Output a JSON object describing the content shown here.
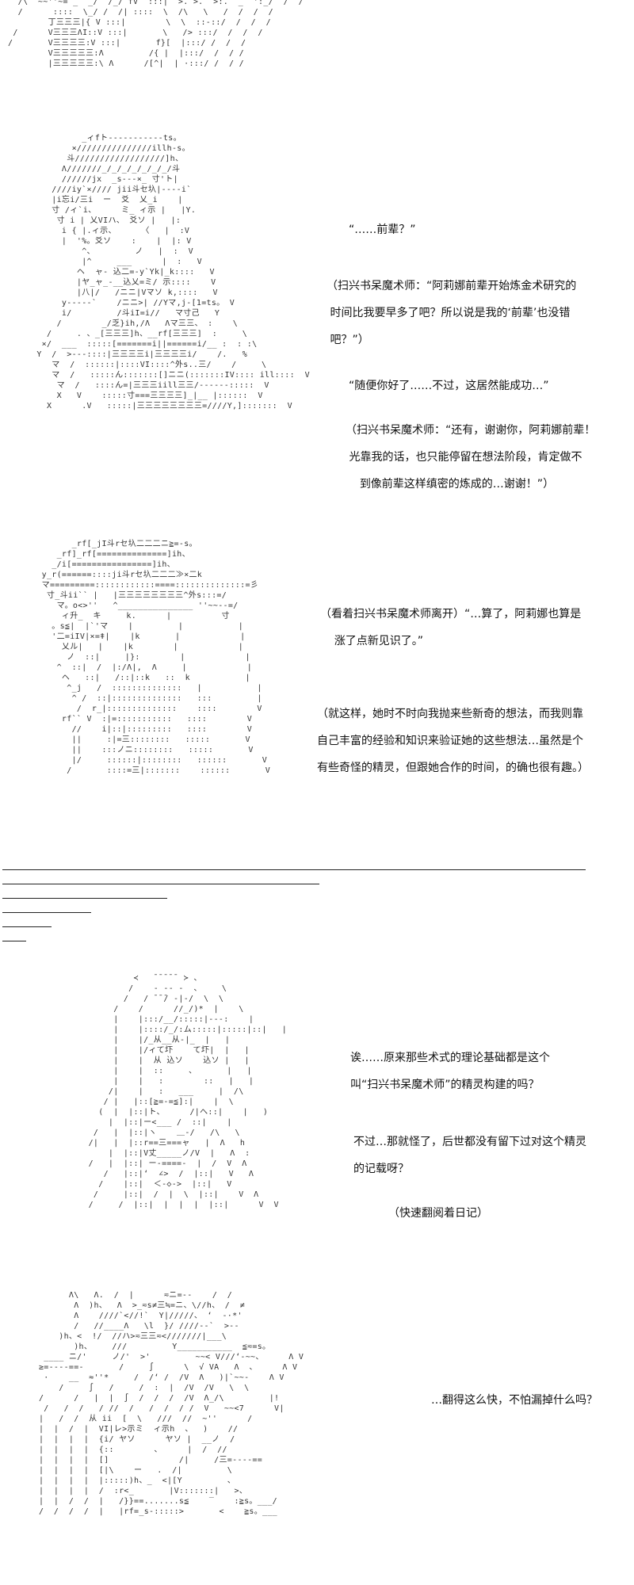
{
  "art": {
    "panel_1": "  /\\  ~~''~= _  _/  /_/ fV  :::|  >. >.  >:.  _  ':_/  /  /\n  /      ::::  \\_/ /  /| ::::  \\  /\\   \\   /  /  /  /\n        丁三三三|{ V :::|        \\  \\  ::-::/  /  /  /\n /      V三三三ΛI::V :::|       \\   /> :::/  /  /  /\n/       V三三三三:V :::|       f}[  |:::/ /  /  /\n        V三三三三三:Λ         /{ |  |:::/  /  / /\n        |三三三三三:\\ Λ      /[^|  | ·:::/ /  / /",
    "panel_2": "          _ィfト-----------ts。\n        ×///////////////illh-s。\n       斗//////////////////]h、\n      Λ///////_/_/_/_/_/_/_/斗\n      //////jx  _s---×_ 寸'ト|\n    ////iy`×//// jii斗セ圦|----i`\n    |i忘i/三i  ー  爻  乂_i    |\n    寸 /ィ`i、     ミ_ ィ示 |   |Y.\n     寸 i | 乂VΙハ、 爻ソ |   |:\n      i { |.ィ示、     〈   |  :V\n      |  '%。爻ソ    :    |  |: V\n          ^、        ノ   |  :  V\n          |^     ___      |  :   V\n         ヘ  ャ- 込二=-y`Yk|_k::::   V\n         |ヤ_ャ_-__込乂=ミ/ 示::::    V\n         |八|/   /ニニ|Vマソ k,::::   V\n      y----‐`    /ニニ>| //Yマ,j-[1=ts。 V\n      i/         /斗iI=i//   マ寸己   Y\n     /        _/乏}ih,/Λ   Λマ三三、 :    \\\n   /     . 、_[三三三]h、__rf[三三三]  :     \\\n  ×/  ___  :::::[=======i||======i/__ :  : :\\\n Y  /  >---::::|三三三三i|三三三三i/    /.   %\n    マ  /  ::::::|::::VI::::^外s..三/    /     \\\n    マ  /   :::::ん:::::::[]ニニ(:::::::IV:::: ill::::  V\n     マ  /   ::::ん=|三三三iill三三/------:::::  V\n     X   V    :::::寸===三三三三]_|__ |::::::  V\n   X      .V   :::::|三三三三三三三三=////Y,]:::::::  V",
    "panel_3": "        _rf[_jI斗rセ圦二二二ニ≧=-s。\n     _rf]_rf[==============]ih、\n    _/i[================]ih、\n  y_r(======::::ji斗rセ圦二二二≫×二k\n  マ=========::::::::::::====::::::::::::::=彡\n   寸_斗ii`` |   |三三三三三三三三^外s:::=/\n     マ。o<>''   ^_______________ ''~~--=/\n      ィ升_  キ     k.      |          寸\n    。s≦|  |`'マ    |         |           |\n    '二=iIV|×=ǂ|    |k       |            |\n      乂ル|   |    |k        |            |\n       ノ  ::|     |}:        |            |\n     ^  ::|  /  |:/Λ|,  Λ     |            |\n      ヘ   ::|   /::|::k   ::  k           |\n       ^_j   /  ::::::::::::::   |           |\n        ^ /  ::|::::::::::::::   :::         |\n         /  r_|::::::::::::::    ::::        V\n      rf`` V  :|=:::::::::::   ::::        V\n        //    i|::|:::::::::   ::::        V\n        ||     :|=三::::::::   :::::       V\n        ||    :::ノニ::::::::   :::::       V\n        |/     ::::::|::::::::   ::::::       V\n       /       ::::=三|:::::::    ::::::       V",
    "panel_4": "              ≺   ̄ ̄ ̄ ̄ ̄  ≻ 、\n             /    ‐ -- -  、    \\\n            /   / ̄ ̄ ̄/ ‐|‐/  \\  \\\n          /    /      //_/)*  |    \\\n          |    |:::/__/:::::|---:    |\n          |    |::::/_/:ム:::::|:::::|::|   |\n          |    |/_从__从-|_  |   |\n          |    |/ィて圷    て圷|  |   |\n          |    |  从 込ソ    込ソ |   |\n          |    |  ::     、      |   |\n          |    |   :        ::   |   |\n         /|    |   :   ___     |  /\\\n        / |   |::[≧=-=≦]:|    |  \\\n       (  |  |::|ト、     /|へ::|    |   )\n         |  |::|ー<___ /  ::|    |\n      /   |  |::|ヽ    ＿-/   /\\   \\\n     /|   |  |::r==三===ャ   |  Λ   h\n         |  |::|V丈_____ノ/V  |   Λ  :\n     /   |  |::| ー-====-  |  /  V  Λ\n        /   |::|‘  ∠>  /  |::|   V   Λ\n       /    |::|  ＜-◇->  |::|   V\n      /     |::|  /  |  \\  |::|    V  Λ\n     /     /  |::|  |  |  |  |::|      V  V",
    "panel_5": "         Λ\\   Λ.  /  |      ≂ニ=--    /  /\n          Λ  )h、  Λ  >_≂s≠三≒=ニ、\\//h、 /  ≠\n          Λ    ////`<//!`  Y|/////、 ‘  -·*'\n          /   //____Λ   \\l  }/ ////--`  >-‐\n       )h、<  !/  //ハ>≂三三≂<///////|___\\\n          )h、    ///         Y___________  ≦≂=s。\n    ____ ニ/'     ノ/'  >'         ~~< V///‘-~~、     Λ V\n   ≥=----==‐       /     ∫      \\  √ VA   Λ  、     Λ V\n    ·    __  ≈''*     /  /‘ /  /V  Λ   )|`~~-    Λ V\n       /     ∫   /     /  :  |  /V  /V   \\  \\\n   /      /   |  |  ∫  /  /  /  /V  Λ_/\\         |!\n    /   /  /   / //  /   /  /  / /  V   ~~<7      V|\n   |   /  /  从 ii  [  \\   ///  //  ~''      /\n   |  |  /  |  VI|レ>示ミ  ィ示h  、  )    //\n   |  |  |  |  {i/ ヤソ      ヤソ |  __ノ  /\n   |  |  |  |  {::        、     |  /  //\n   |  |  |  |  []              /|     /三=----==\n   |  |  |  |  [|\\    ー   .  /|         \\\n   |  |  |  |  |:::::)h、_  <|[Y         、\n   |  |  |  |  /  :r<_       |V:::::::|   >、\n   |  |  /  /  |   /}}==.......s≦    ‾    :≧s。___/\n   /  /  /  /  |   |rf=_s-:::::>       <    ≧s。___"
  },
  "dialogue": {
    "line_1": "“……前辈？”",
    "line_2": "（扫兴书呆魔术师：“阿莉娜前辈开始炼金术研究的\n 时间比我要早多了吧？所以说是我的‘前辈’也没错\n 吧？”）",
    "line_3": "“随便你好了……不过，这居然能成功…”",
    "line_4": "（扫兴书呆魔术师：“还有，谢谢你，阿莉娜前辈！\n 光靠我的话，也只能停留在想法阶段，肯定做不\n    到像前辈这样缜密的炼成的…谢谢！”）",
    "line_5": "（看着扫兴书呆魔术师离开）“…算了，阿莉娜也算是\n    涨了点新见识了。”",
    "line_6": "（就这样，她时不时向我抛来些新奇的想法，而我则靠\n自己丰富的经验和知识来验证她的这些想法…虽然是个\n有些奇怪的精灵，但跟她合作的时间，的确也很有趣。）",
    "line_7": "诶……原来那些术式的理论基础都是这个\n叫“扫兴书呆魔术师”的精灵构建的吗？",
    "line_8": "不过…那就怪了，后世都没有留下过对这个精灵\n的记载呀？",
    "line_9": "（快速翻阅着日记）",
    "line_10": "…翻得这么快，不怕漏掉什么吗？"
  }
}
